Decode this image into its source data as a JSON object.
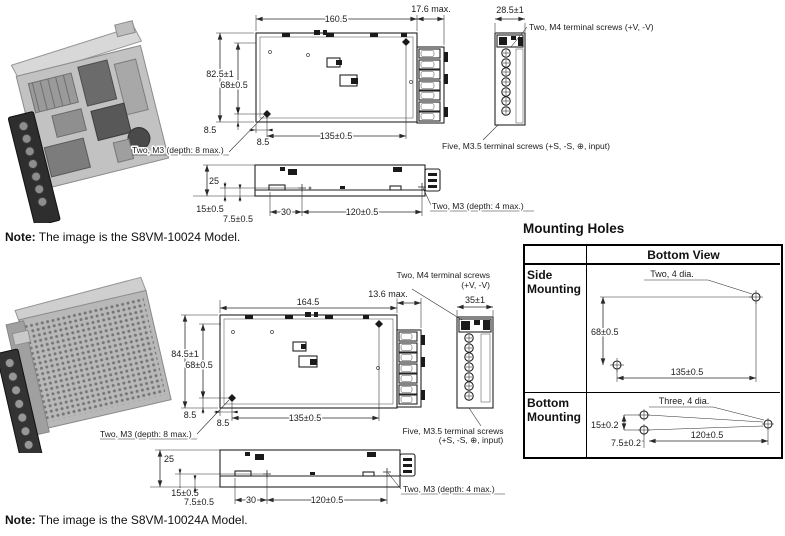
{
  "notes": {
    "note1_label": "Note:",
    "note1_text": "The image is the S8VM-10024 Model.",
    "note2_label": "Note:",
    "note2_text": "The image is the S8VM-10024A Model."
  },
  "model1": {
    "top_view": {
      "width": "160.5",
      "depth": "17.6 max.",
      "height": "82.5±1",
      "hole_spacing_v": "68±0.5",
      "offset_v": "8.5",
      "offset_h": "8.5",
      "hole_spacing_h": "135±0.5",
      "screw_note": "Two, M3 (depth: 8 max.)"
    },
    "end_view": {
      "width": "28.5±1",
      "m4_note": "Two, M4 terminal screws  (+V, -V)",
      "m35_note": "Five, M3.5 terminal screws (+S, -S, ⊕, input)"
    },
    "side_view": {
      "height": "25",
      "dim_15": "15±0.5",
      "dim_75": "7.5±0.5",
      "dim_30": "30",
      "dim_120": "120±0.5",
      "screw_note": "Two, M3 (depth: 4 max.)"
    }
  },
  "model2": {
    "top_view": {
      "width": "164.5",
      "depth": "13.6 max.",
      "height": "84.5±1",
      "hole_spacing_v": "68±0.5",
      "offset_v": "8.5",
      "offset_h": "8.5",
      "hole_spacing_h": "135±0.5",
      "screw_note": "Two, M3 (depth: 8 max.)"
    },
    "end_view": {
      "width": "35±1",
      "m4_note_line1": "Two, M4 terminal screws",
      "m4_note_line2": "(+V, -V)",
      "m35_note_line1": "Five, M3.5 terminal screws",
      "m35_note_line2": "(+S, -S, ⊕, input)"
    },
    "side_view": {
      "height": "25",
      "dim_15": "15±0.5",
      "dim_75": "7.5±0.5",
      "dim_30": "30",
      "dim_120": "120±0.5",
      "screw_note": "Two, M3 (depth: 4 max.)"
    }
  },
  "mounting_holes": {
    "title": "Mounting Holes",
    "column_header": "Bottom View",
    "side_row": {
      "label_line1": "Side",
      "label_line2": "Mounting",
      "callout": "Two, 4 dia.",
      "dim_v": "68±0.5",
      "dim_h": "135±0.5"
    },
    "bottom_row": {
      "label_line1": "Bottom",
      "label_line2": "Mounting",
      "callout": "Three, 4 dia.",
      "dim_pitch": "15±0.2",
      "dim_offset": "7.5±0.2",
      "dim_h": "120±0.5"
    }
  }
}
